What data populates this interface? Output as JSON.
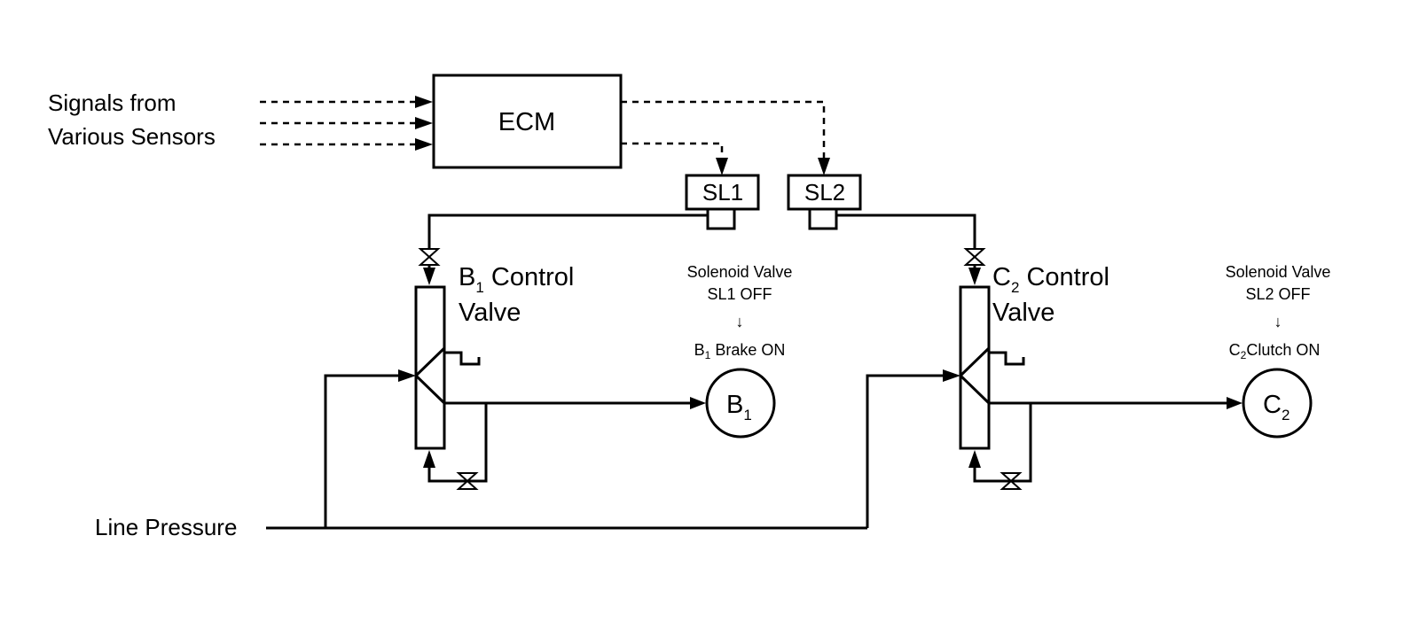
{
  "sources": {
    "signals_line1": "Signals from",
    "signals_line2": "Various Sensors",
    "line_pressure": "Line Pressure"
  },
  "ecm": {
    "label": "ECM"
  },
  "solenoids": {
    "sl1": "SL1",
    "sl2": "SL2"
  },
  "b1_valve": {
    "letter": "B",
    "sub": "1",
    "line1_rest": " Control",
    "line2": "Valve"
  },
  "c2_valve": {
    "letter": "C",
    "sub": "2",
    "line1_rest": " Control",
    "line2": "Valve"
  },
  "note_b1": {
    "line1": "Solenoid Valve",
    "line2": "SL1 OFF",
    "arrow": "↓",
    "result_letter": "B",
    "result_sub": "1",
    "result_rest": " Brake ON"
  },
  "note_c2": {
    "line1": "Solenoid Valve",
    "line2": "SL2 OFF",
    "arrow": "↓",
    "result_letter": "C",
    "result_sub": "2",
    "result_rest": "Clutch ON"
  },
  "b1_brake": {
    "letter": "B",
    "sub": "1"
  },
  "c2_clutch": {
    "letter": "C",
    "sub": "2"
  }
}
